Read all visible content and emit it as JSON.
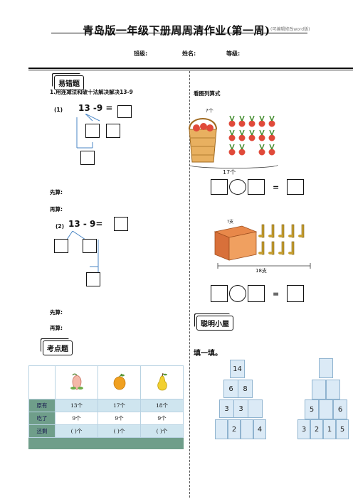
{
  "header": {
    "title": "青岛版一年级下册周周清作业(第一周)",
    "title_small": "(可编辑修改word版)",
    "class_label": "班级:",
    "name_label": "姓名:",
    "grade_label": "等级:"
  },
  "sections": {
    "error_tag": "易错题",
    "kaodian_tag": "考点题",
    "smart_tag": "聪明小屋"
  },
  "left": {
    "instruction": "1.用连减法和破十法解决解决13-9",
    "q1_num": "(1)",
    "q1_expr": "13 -9 =",
    "q2_num": "(2)",
    "q2_expr": "13 - 9=",
    "first_calc": "先算:",
    "then_calc": "再算:"
  },
  "right": {
    "picture_title": "看图列算式",
    "veg_unknown": "?个",
    "veg_total": "17个",
    "flute_unknown": "?支",
    "flute_total": "18支",
    "equals": "=",
    "fill_title": "填一填。"
  },
  "table": {
    "rows": [
      {
        "label": "原有",
        "values": [
          "13个",
          "17个",
          "18个"
        ]
      },
      {
        "label": "吃了",
        "values": [
          "9个",
          "9个",
          "9个"
        ]
      },
      {
        "label": "还剩",
        "values": [
          "(    )个",
          "(    )个",
          "(    )个"
        ]
      }
    ]
  },
  "pyramid_left": {
    "row1": [
      "14"
    ],
    "row2": [
      "6",
      "8"
    ],
    "row3": [
      "3",
      "3",
      ""
    ],
    "row4": [
      "",
      "2",
      "",
      "4"
    ]
  },
  "pyramid_right": {
    "row1": [
      ""
    ],
    "row2": [
      "",
      ""
    ],
    "row3": [
      "5",
      "",
      "6"
    ],
    "row4": [
      "3",
      "2",
      "1",
      "5"
    ]
  },
  "colors": {
    "accent_blue": "#4a86c5",
    "table_green": "#6f9e8a",
    "table_light": "#cfe5ef",
    "pyramid_fill": "#dbeaf6"
  }
}
